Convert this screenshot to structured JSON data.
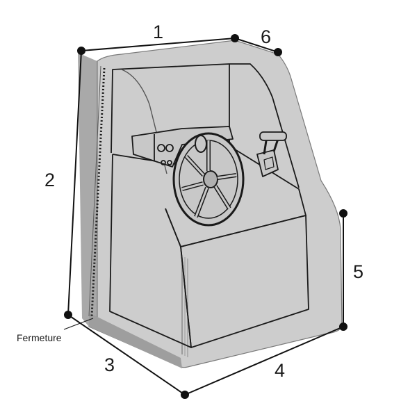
{
  "dimension_labels": {
    "d1": "1",
    "d2": "2",
    "d3": "3",
    "d4": "4",
    "d5": "5",
    "d6": "6"
  },
  "closure_label": "Fermeture",
  "colors": {
    "cover_fill": "#bdbdbd",
    "cover_shadow": "#a9a9a9",
    "outline": "#1a1a1a",
    "dimension_line": "#111111",
    "background": "#ffffff"
  },
  "icons": {
    "dimension_point": "filled-circle",
    "steering_wheel": "wheel-icon",
    "throttle_lever": "lever-icon",
    "zipper": "dotted-line"
  }
}
